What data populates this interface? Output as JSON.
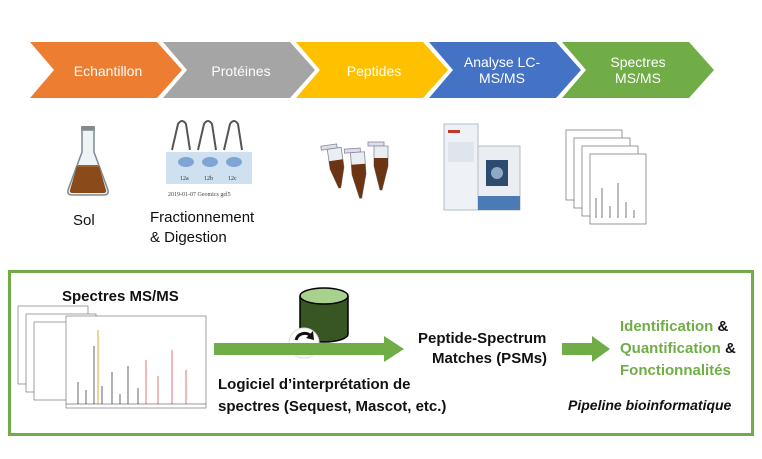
{
  "workflow_steps": [
    {
      "label": "Echantillon",
      "color": "#ed7d31"
    },
    {
      "label": "Protéines",
      "color": "#a5a5a5"
    },
    {
      "label": "Peptides",
      "color": "#ffc000"
    },
    {
      "label": "Analyse LC-MS/MS",
      "color": "#4472c4"
    },
    {
      "label": "Spectres MS/MS",
      "color": "#70ad47"
    }
  ],
  "images": {
    "sol_caption": "Sol",
    "fraction_caption_line1": "Fractionnement",
    "fraction_caption_line2": "& Digestion",
    "gel_footer": "2019-01-07 Geomics gel5",
    "gel_lanes": [
      "12a",
      "12b",
      "12c"
    ]
  },
  "panel": {
    "spectra_title": "Spectres MS/MS",
    "software_line1": "Logiciel d’interprétation de",
    "software_line2": "spectres (Sequest, Mascot, etc.)",
    "psm_line1": "Peptide-Spectrum",
    "psm_line2": "Matches (PSMs)",
    "output_identification": "Identification",
    "output_quantification": "Quantification",
    "output_fonctionnalites": "Fonctionnalités",
    "ampersand": "&",
    "pipeline": "Pipeline bioinformatique",
    "accent_color": "#70ad47"
  }
}
